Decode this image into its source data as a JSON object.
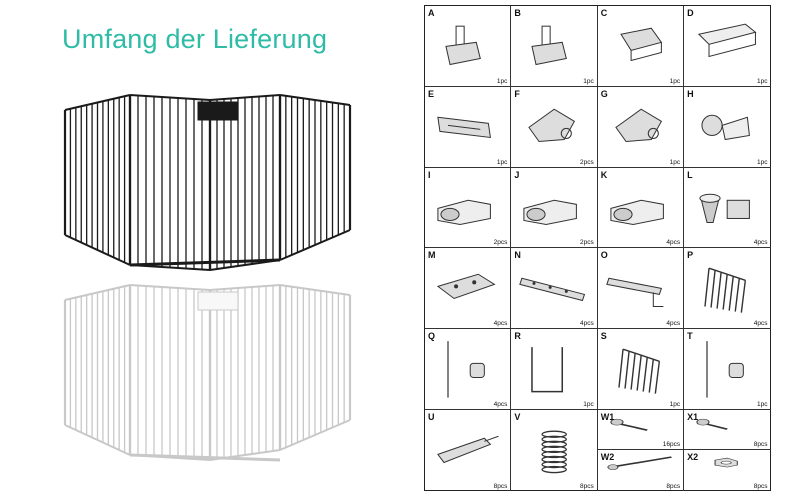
{
  "title": "Umfang der Lieferung",
  "colors": {
    "title": "#2ebca6",
    "fence_black": "#1a1a1a",
    "fence_white": "#f4f4f4"
  },
  "parts": [
    {
      "letter": "A",
      "qty": "1pc",
      "icon": "post-cap-icon"
    },
    {
      "letter": "B",
      "qty": "1pc",
      "icon": "post-cap-icon"
    },
    {
      "letter": "C",
      "qty": "1pc",
      "icon": "latch-block-icon"
    },
    {
      "letter": "D",
      "qty": "1pc",
      "icon": "latch-box-icon"
    },
    {
      "letter": "E",
      "qty": "1pc",
      "icon": "latch-rail-icon"
    },
    {
      "letter": "F",
      "qty": "2pcs",
      "icon": "hinge-bracket-icon"
    },
    {
      "letter": "G",
      "qty": "1pc",
      "icon": "hinge-bracket-icon"
    },
    {
      "letter": "H",
      "qty": "1pc",
      "icon": "hinge-clamp-icon"
    },
    {
      "letter": "I",
      "qty": "2pcs",
      "icon": "connector-icon"
    },
    {
      "letter": "J",
      "qty": "2pcs",
      "icon": "connector-icon"
    },
    {
      "letter": "K",
      "qty": "4pcs",
      "icon": "connector-icon"
    },
    {
      "letter": "L",
      "qty": "4pcs",
      "icon": "foot-icon"
    },
    {
      "letter": "M",
      "qty": "4pcs",
      "icon": "wall-plate-icon"
    },
    {
      "letter": "N",
      "qty": "4pcs",
      "icon": "strap-icon"
    },
    {
      "letter": "O",
      "qty": "4pcs",
      "icon": "bracket-icon"
    },
    {
      "letter": "P",
      "qty": "4pcs",
      "icon": "panel-icon"
    },
    {
      "letter": "Q",
      "qty": "4pcs",
      "icon": "rod-cap-icon"
    },
    {
      "letter": "R",
      "qty": "1pc",
      "icon": "u-frame-icon"
    },
    {
      "letter": "S",
      "qty": "1pc",
      "icon": "panel-icon"
    },
    {
      "letter": "T",
      "qty": "1pc",
      "icon": "rod-cap-icon"
    },
    {
      "letter": "U",
      "qty": "8pcs",
      "icon": "wall-anchor-icon"
    },
    {
      "letter": "V",
      "qty": "8pcs",
      "icon": "spring-icon"
    },
    {
      "letter": "W1",
      "qty": "16pcs",
      "icon": "screw-icon"
    },
    {
      "letter": "X1",
      "qty": "8pcs",
      "icon": "bolt-icon"
    },
    {
      "letter": "W2",
      "qty": "8pcs",
      "icon": "long-screw-icon"
    },
    {
      "letter": "X2",
      "qty": "8pcs",
      "icon": "nut-icon"
    }
  ]
}
